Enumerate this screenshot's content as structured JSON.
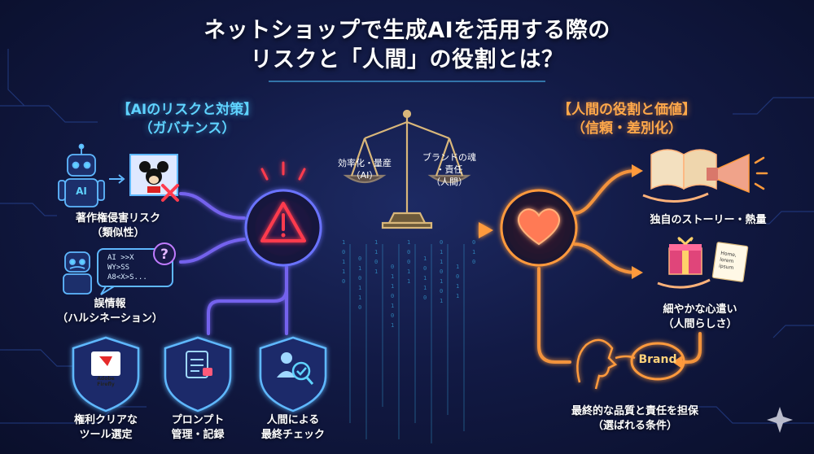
{
  "title": {
    "line1": "ネットショップで生成AIを活用する際の",
    "line2": "リスクと「人間」の役割とは？"
  },
  "left": {
    "heading1": "【AIのリスクと対策】",
    "heading2": "（ガバナンス）",
    "risks": [
      {
        "line1": "著作権侵害リスク",
        "line2": "（類似性）",
        "robot_badge": "AI"
      },
      {
        "line1": "誤情報",
        "line2": "（ハルシネーション）",
        "bubble1": "AI >>X",
        "bubble2": "WY>SS",
        "bubble3": "A8<X>S..."
      }
    ],
    "measures": [
      {
        "line1": "権利クリアな",
        "line2": "ツール選定",
        "logo_text": "Adobe Firefly"
      },
      {
        "line1": "プロンプト",
        "line2": "管理・記録"
      },
      {
        "line1": "人間による",
        "line2": "最終チェック"
      }
    ]
  },
  "scale": {
    "left_line1": "効率化・量産",
    "left_line2": "（AI）",
    "right_line1": "ブランドの魂",
    "right_line2": "・責任",
    "right_line3": "（人間）"
  },
  "right": {
    "heading1": "【人間の役割と価値】",
    "heading2": "（信頼・差別化）",
    "roles": [
      {
        "line1": "独自のストーリー・熱量"
      },
      {
        "line1": "細やかな心遣い",
        "line2": "（人間らしさ）",
        "note1": "Home,",
        "note2": "lorem ipsum"
      },
      {
        "line1": "最終的な品質と責任を担保",
        "line2": "（選ばれる条件）",
        "brand": "Brand"
      }
    ]
  },
  "colors": {
    "risk_accent": "#ff3b4e",
    "governance_blue": "#4fc3ff",
    "human_orange": "#ff9a3c",
    "background": "#0b1230"
  },
  "icons": [
    "robot-icon",
    "cartoon-mouse-image-icon",
    "cross-icon",
    "speech-bubble-icon",
    "question-mark-icon",
    "warning-triangle-icon",
    "balance-scale-icon",
    "heart-icon",
    "open-book-icon",
    "megaphone-icon",
    "gift-box-icon",
    "handwritten-note-icon",
    "speaking-person-icon",
    "shield-icon",
    "document-icon",
    "magnifier-check-icon",
    "sparkle-icon"
  ]
}
